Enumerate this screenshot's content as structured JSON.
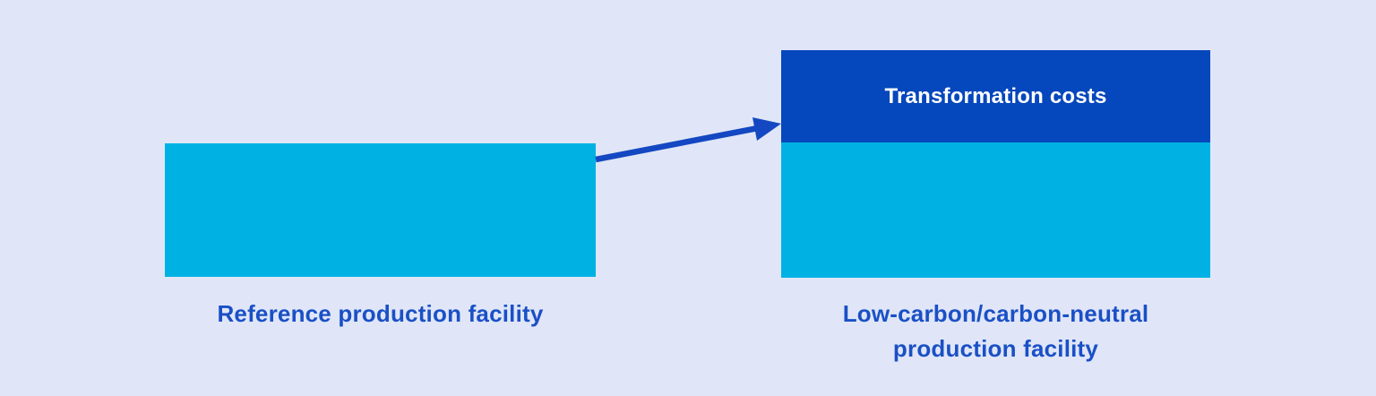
{
  "diagram": {
    "background_color": "#E0E6F7",
    "colors": {
      "bg": "#E0E6F7",
      "bar_cyan": "#00B2E3",
      "transformation_blue": "#0547BC",
      "label_blue": "#1A50C6",
      "arrow_blue": "#1448C2",
      "transformation_text": "#FFFFFF"
    },
    "icons": {
      "transformation_arrow": "arrow-right-icon"
    },
    "left_bar": {
      "label": "Reference production facility"
    },
    "right_bar": {
      "segment_top_label": "Transformation costs",
      "label_line1": "Low-carbon/carbon-neutral",
      "label_line2": "production facility"
    }
  }
}
